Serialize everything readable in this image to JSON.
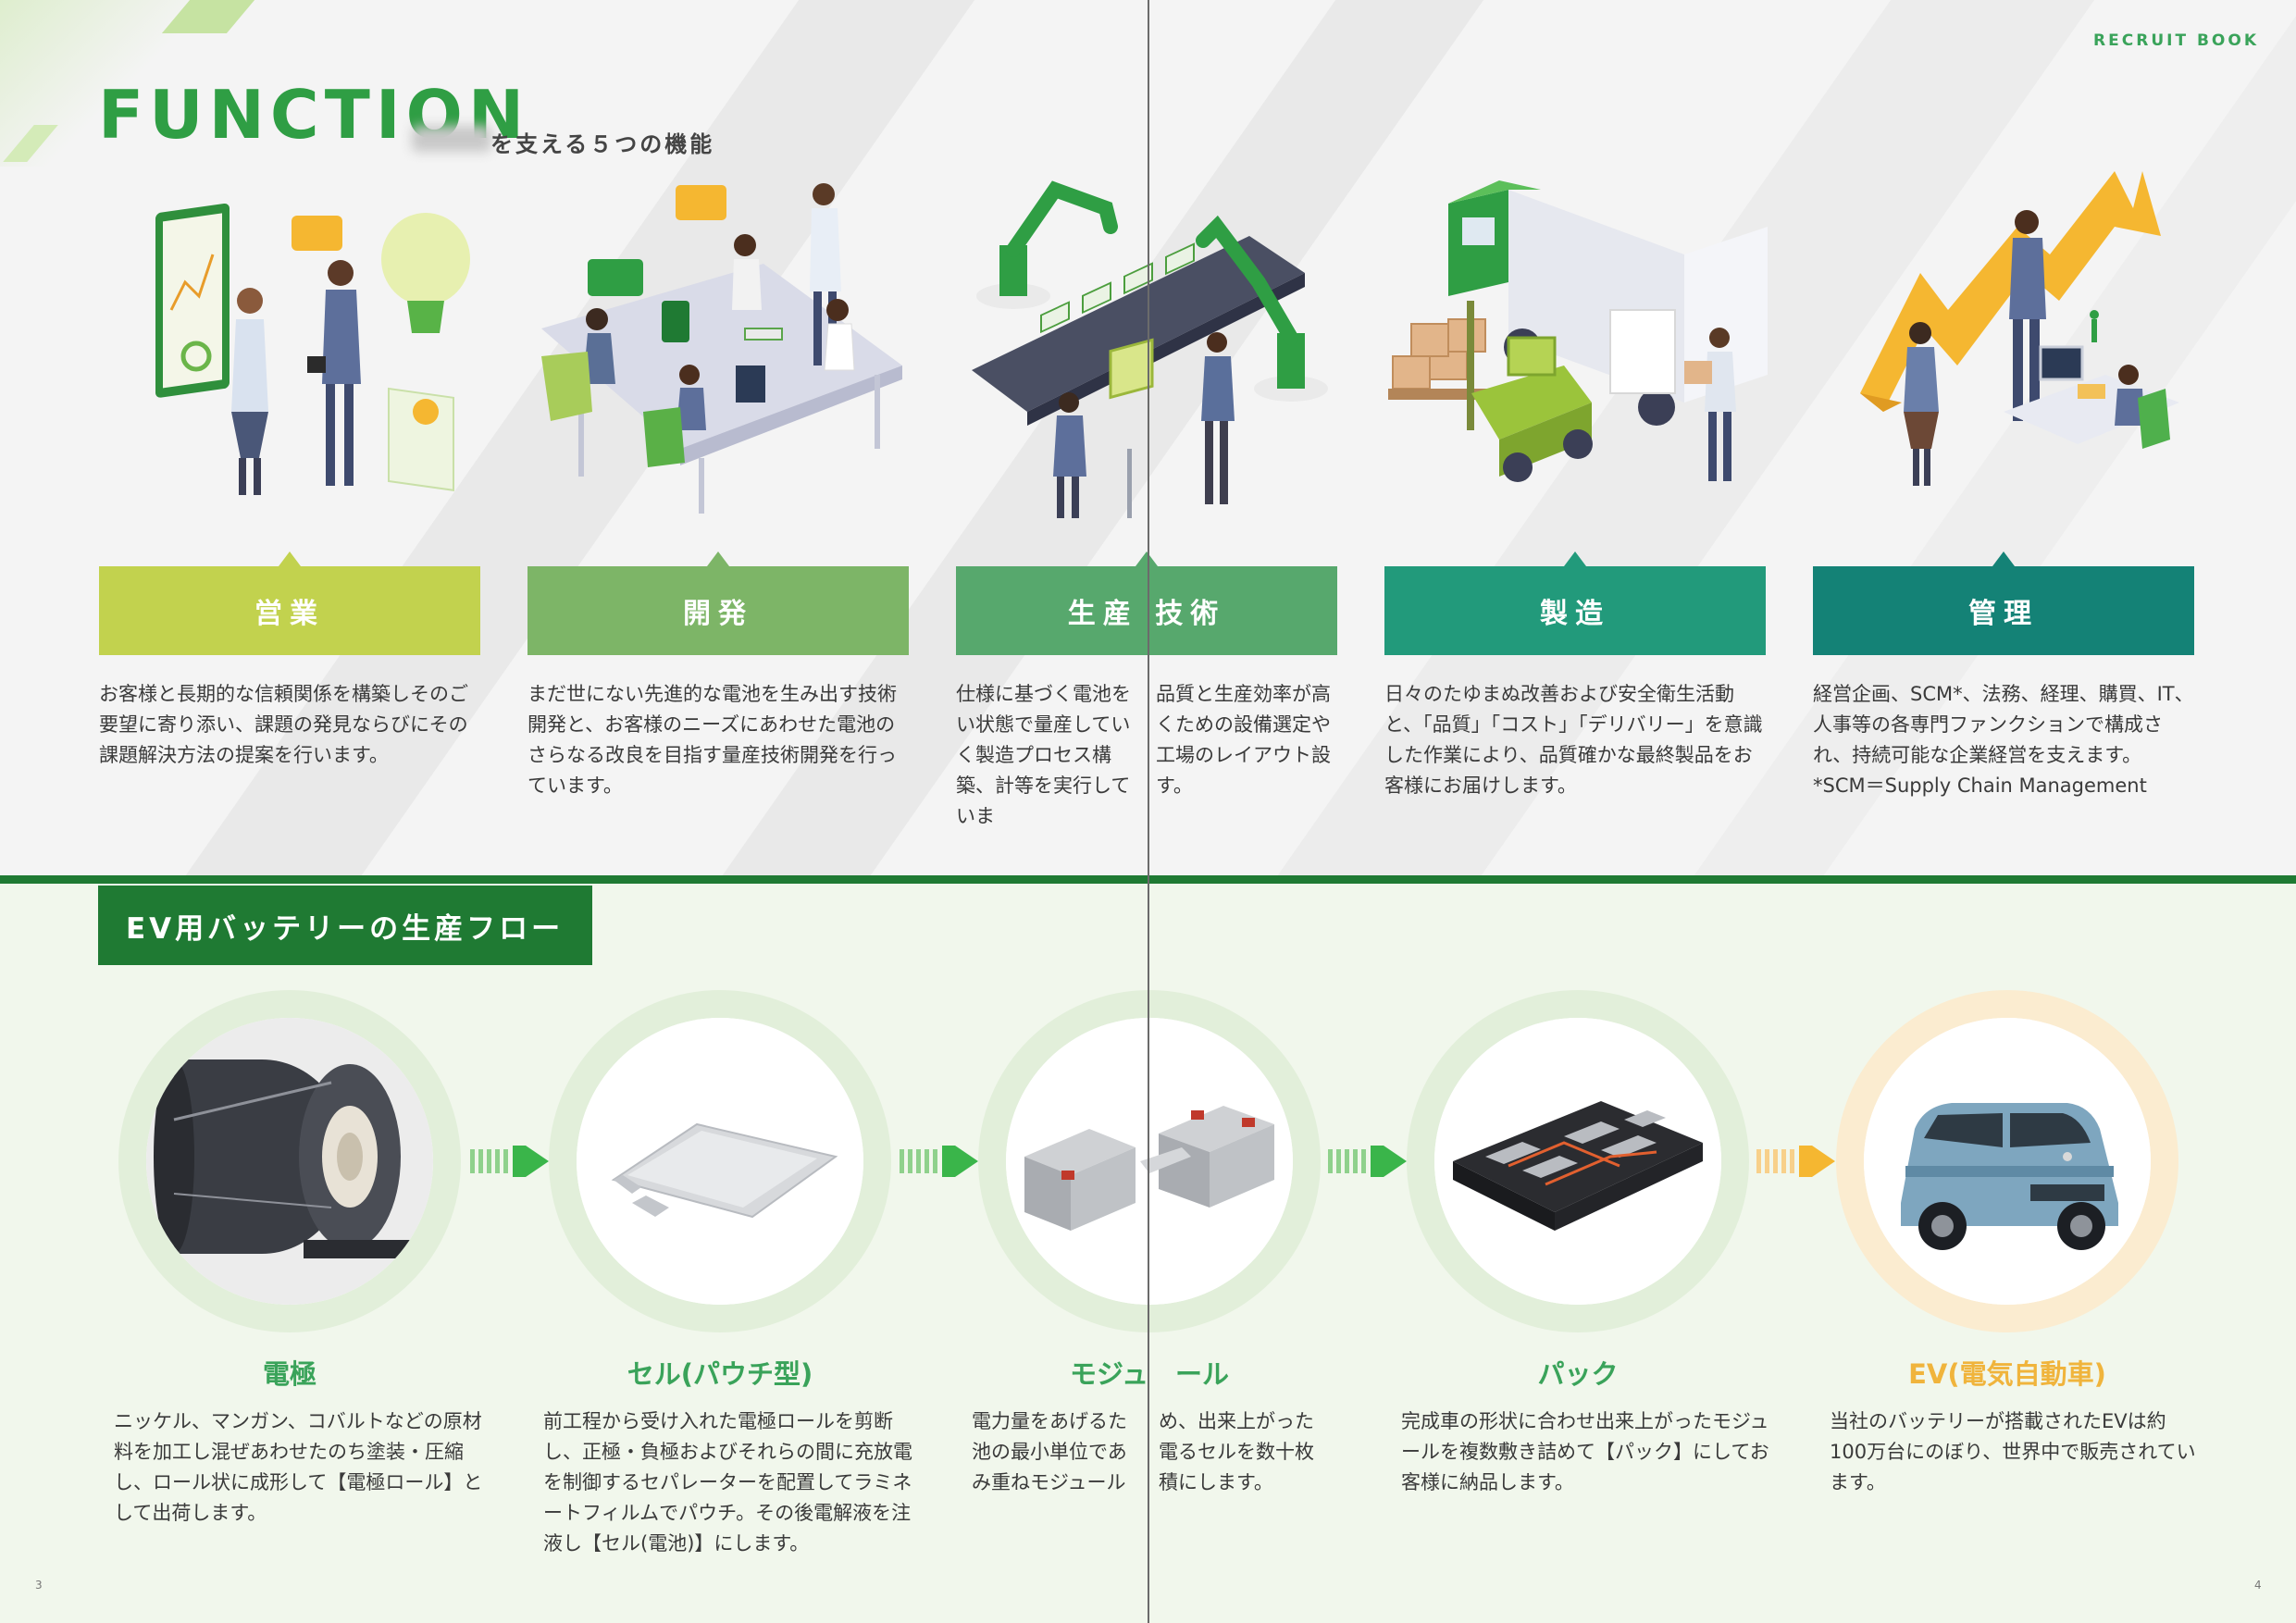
{
  "header": {
    "recruit_label": "RECRUIT BOOK",
    "function_title": "FUNCTION",
    "function_subtitle": "を支える５つの機能"
  },
  "functions": [
    {
      "label": "営業",
      "color": "#c2d24e",
      "description": "お客様と長期的な信頼関係を構築しそのご要望に寄り添い、課題の発見ならびにその課題解決方法の提案を行います。"
    },
    {
      "label": "開発",
      "color": "#7db567",
      "description": "まだ世にない先進的な電池を生み出す技術開発と、お客様のニーズにあわせた電池のさらなる改良を目指す量産技術開発を行っています。"
    },
    {
      "label": "生産 技術",
      "color": "#57a86d",
      "description": "仕様に基づく電池をい状態で量産していく製造プロセス構築、計等を実行していま",
      "description_right": "品質と生産効率が高くための設備選定や工場のレイアウト設す。"
    },
    {
      "label": "製造",
      "color": "#229a7b",
      "description": "日々のたゆまぬ改善および安全衛生活動と、「品質」「コスト」「デリバリー」を意識した作業により、品質確かな最終製品をお客様にお届けします。"
    },
    {
      "label": "管理",
      "color": "#148276",
      "description": "経営企画、SCM*、法務、経理、購買、IT、人事等の各専門ファンクションで構成され、持続可能な企業経営を支えます。",
      "note": "*SCM＝Supply Chain Management"
    }
  ],
  "flow": {
    "title": "EV用バッテリーの生産フロー",
    "steps": [
      {
        "name": "電極",
        "color": "#3aa35a",
        "description": "ニッケル、マンガン、コバルトなどの原材料を加工し混ぜあわせたのち塗装・圧縮し、ロール状に成形して【電極ロール】として出荷します。"
      },
      {
        "name": "セル(パウチ型)",
        "color": "#3aa35a",
        "description": "前工程から受け入れた電極ロールを剪断し、正極・負極およびそれらの間に充放電を制御するセパレーターを配置してラミネートフィルムでパウチ。その後電解液を注液し【セル(電池)】にします。"
      },
      {
        "name": "モジュ　ール",
        "color": "#3aa35a",
        "description": "電力量をあげるた池の最小単位であみ重ねモジュール",
        "description_right": "め、出来上がった電るセルを数十枚積にします。"
      },
      {
        "name": "パック",
        "color": "#3aa35a",
        "description": "完成車の形状に合わせ出来上がったモジュールを複数敷き詰めて【パック】にしてお客様に納品します。"
      },
      {
        "name": "EV(電気自動車)",
        "color": "#f0b43c",
        "description": "当社のバッテリーが搭載されたEVは約100万台にのぼり、世界中で販売されています。"
      }
    ]
  },
  "page_numbers": {
    "left": "3",
    "right": "4"
  },
  "icons": [
    "sales-illustration",
    "development-illustration",
    "production-illustration",
    "manufacturing-illustration",
    "management-illustration",
    "electrode-roll-image",
    "pouch-cell-image",
    "module-image",
    "pack-image",
    "ev-car-image",
    "arrow-right-icon"
  ]
}
